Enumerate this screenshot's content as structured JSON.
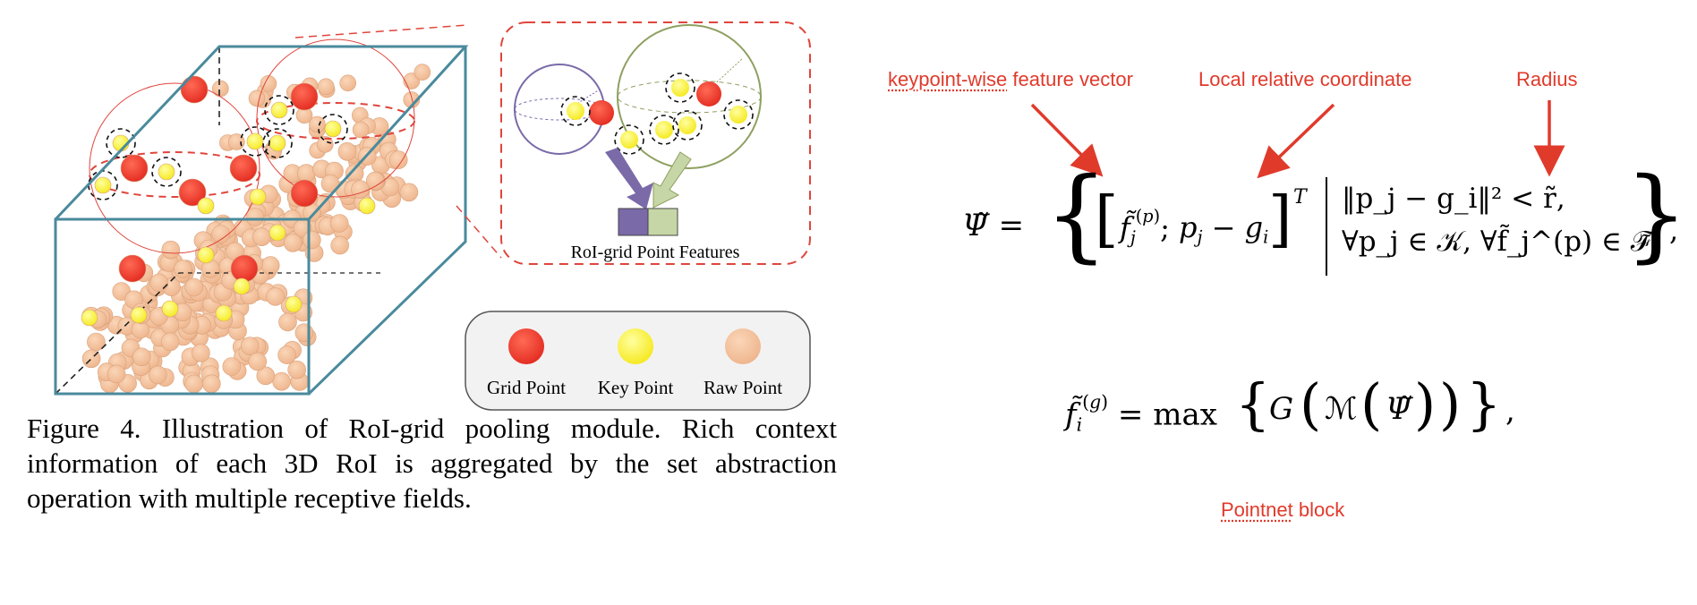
{
  "figure": {
    "popout_label": "RoI-grid Point Features",
    "legend": {
      "grid_point": "Grid Point",
      "key_point": "Key Point",
      "raw_point": "Raw Point"
    },
    "colors": {
      "box_edge": "#4a8a9c",
      "grid_point": "#e8362a",
      "key_point": "#fff22a",
      "raw_point": "#f2c09a",
      "dashed_red": "#e0453c",
      "sphere_purple": "#7a6aa8",
      "sphere_green": "#8ea060"
    }
  },
  "caption": "Figure 4. Illustration of RoI-grid pooling module. Rich context information of each 3D RoI is aggregated by the set abstraction operation with multiple receptive fields.",
  "annotations": {
    "keypoint_prefix": "keypoint-wise",
    "keypoint_suffix": " feature vector",
    "local_coord": "Local relative coordinate",
    "radius": "Radius",
    "pointnet_prefix": "Pointnet",
    "pointnet_suffix": " block",
    "color": "#e03a2b"
  },
  "equations": {
    "eq1_lhs": "Ψ̃ =",
    "eq1_row1": "‖p_j − g_i‖² < r̃,",
    "eq1_row2": "∀p_j ∈ 𝒦, ∀f̃_j^(p) ∈ ℱ̃",
    "eq1_trail": ",",
    "eq2": "f̃_i^(g) = max { G ( ℳ ( Ψ̃ ) ) } ,"
  }
}
